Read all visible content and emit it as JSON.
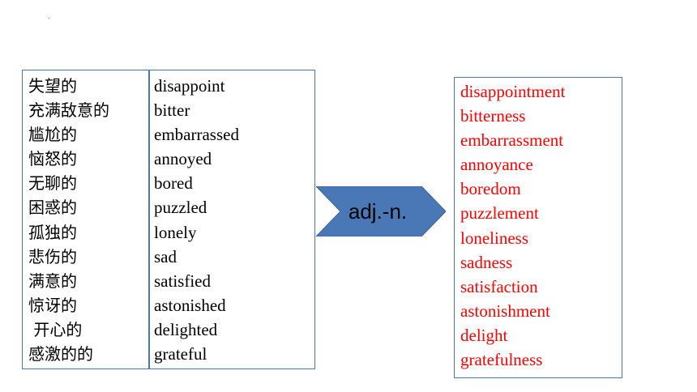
{
  "chinese_terms": [
    "失望的",
    "充满敌意的",
    "尴尬的",
    "恼怒的",
    "无聊的",
    "困惑的",
    "孤独的",
    "悲伤的",
    "满意的",
    "惊讶的",
    " 开心的",
    "感激的的"
  ],
  "adjectives": [
    "disappoint",
    "bitter",
    "embarrassed",
    "annoyed",
    "bored",
    "puzzled",
    "lonely",
    "sad",
    "satisfied",
    "astonished",
    "delighted",
    "grateful"
  ],
  "arrow_label": "adj.-n.",
  "nouns": [
    "disappointment",
    "bitterness",
    "embarrassment",
    "annoyance",
    "boredom",
    "puzzlement",
    "loneliness",
    "sadness",
    "satisfaction",
    "astonishment",
    "delight",
    "gratefulness"
  ],
  "colors": {
    "border": "#4a78b6",
    "arrow_fill": "#4a78b6",
    "noun_text": "#ff0000"
  }
}
